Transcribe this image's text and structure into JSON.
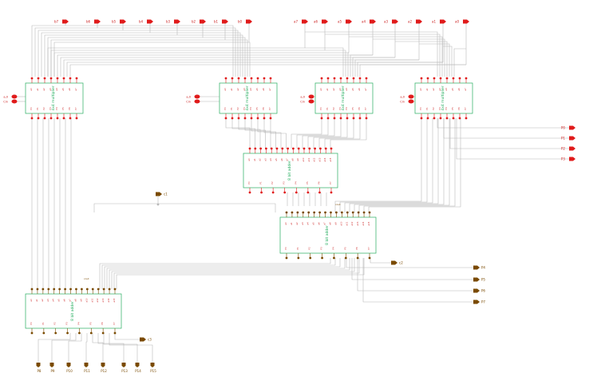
{
  "colors": {
    "wire": "#b8b8b8",
    "block_border": "#27ae60",
    "pin_red": "#e01b1b",
    "pin_brown": "#7a4a00",
    "label_red": "#cc2222",
    "label_dark": "#7a4a00",
    "block_text": "#27ae60"
  },
  "inputs_b": [
    "b7",
    "b6",
    "b5",
    "b4",
    "b3",
    "b2",
    "b1",
    "b0"
  ],
  "inputs_a": [
    "a7",
    "a6",
    "a5",
    "a4",
    "a3",
    "a2",
    "a1",
    "a0"
  ],
  "multiplier_blocks": [
    {
      "name": "4x4 multiplier",
      "pins": [
        "a",
        "b",
        "Cin",
        "Cout",
        "P"
      ]
    },
    {
      "name": "4x4 multiplier",
      "pins": [
        "a",
        "b",
        "Cin",
        "Cout",
        "P"
      ]
    },
    {
      "name": "4x4 multiplier",
      "pins": [
        "a",
        "b",
        "Cin",
        "Cout",
        "P"
      ]
    },
    {
      "name": "4x4 multiplier",
      "pins": [
        "a",
        "b",
        "Cin",
        "Cout",
        "P"
      ]
    }
  ],
  "side_inputs": [
    {
      "c": "a,0",
      "cin": "Cin"
    },
    {
      "c": "a,0",
      "cin": "Cin"
    },
    {
      "c": "a,0",
      "cin": "Cin"
    },
    {
      "c": "a,0",
      "cin": "Cin"
    }
  ],
  "adders": [
    {
      "name": "8 bit adder"
    },
    {
      "name": "8 bit adder"
    },
    {
      "name": "8 bit adder"
    }
  ],
  "carry_labels": [
    "c1",
    "c2",
    "c3"
  ],
  "outputs_right_top": [
    "P0",
    "P1",
    "P2",
    "P3"
  ],
  "outputs_right_mid": [
    "P4",
    "P5",
    "P6",
    "P7"
  ],
  "outputs_bottom": [
    "P8",
    "P9",
    "P10",
    "P11",
    "P12",
    "P13",
    "P14",
    "P15"
  ],
  "small_text": "cout"
}
